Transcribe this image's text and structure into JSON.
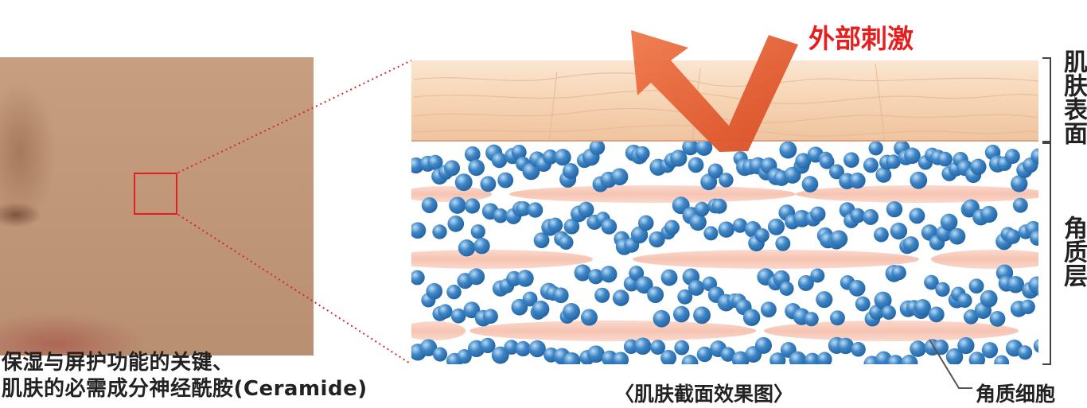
{
  "caption_left": {
    "line1": "保湿与屏护功能的关键、",
    "line2": "肌肤的必需成分神经酰胺(Ceramide)"
  },
  "caption_bottom": "〈肌肤截面效果图〉",
  "stimulus_label": "外部刺激",
  "labels": {
    "surface": "肌肤表面",
    "corneum": "角质层",
    "cell": "角质细胞"
  },
  "colors": {
    "highlight_red": "#e61e1e",
    "arrow_orange": "#ee6a32",
    "cell_blue": "#3f86c6",
    "lipid_pink": "#f8cdbf",
    "skin_surface": "#f6d6b6"
  },
  "icons": [
    "arrow-icon",
    "zoom-box-icon"
  ]
}
